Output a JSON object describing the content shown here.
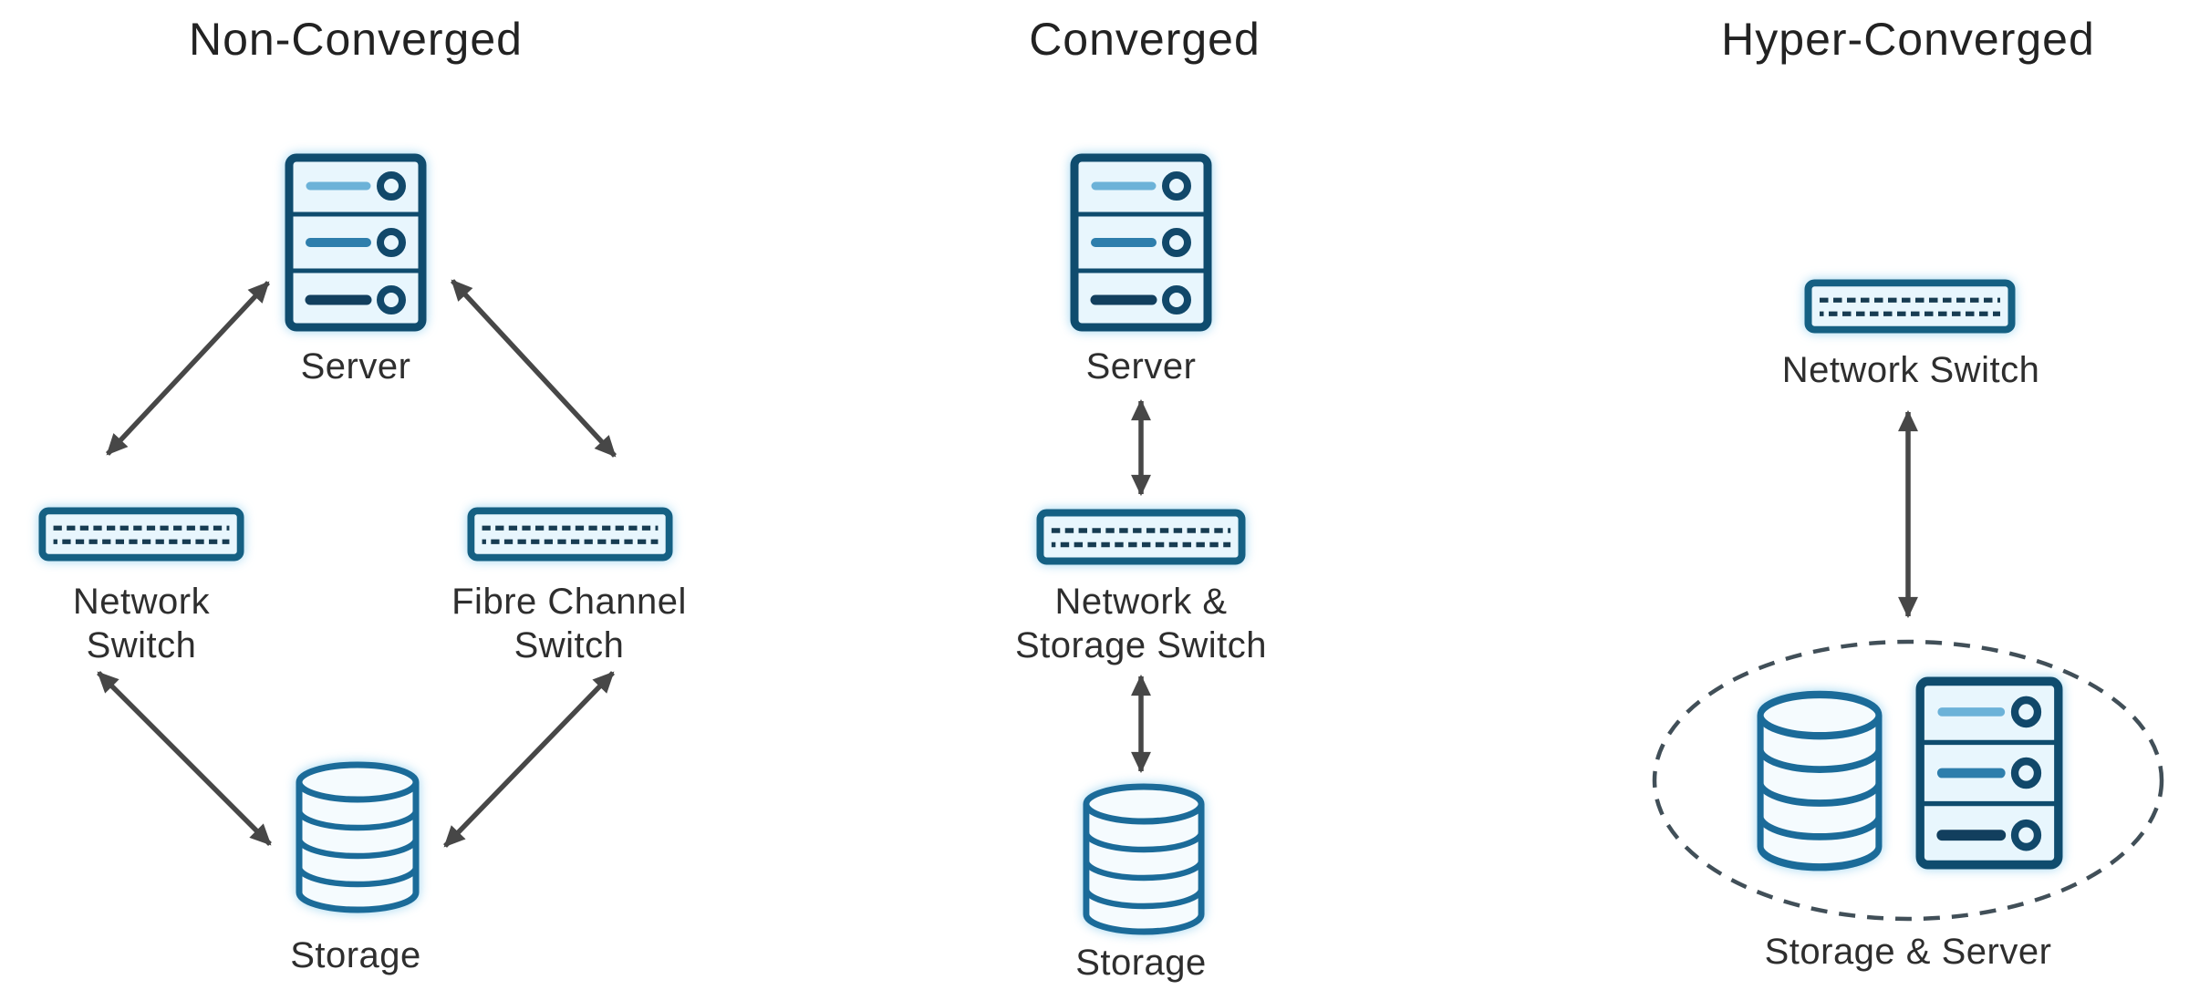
{
  "background": "#ffffff",
  "colors": {
    "server_stroke": "#0f4c6e",
    "switch_stroke": "#156083",
    "storage_stroke": "#1b6b99",
    "icon_fill": "#e8f6fd",
    "storage_fill": "#f5fbfe",
    "server_row_line_1": "#6cb2d8",
    "server_row_line_2": "#2e7eac",
    "server_row_line_3": "#123f5e",
    "arrow": "#474747",
    "dashed_ellipse": "#414f58",
    "title_text": "#222222",
    "label_text": "#2e2e2e"
  },
  "columns": [
    {
      "title": "Non-Converged",
      "server_label": "Server",
      "network_switch_label": "Network\nSwitch",
      "fibre_channel_switch_label": "Fibre Channel\nSwitch",
      "storage_label": "Storage"
    },
    {
      "title": "Converged",
      "server_label": "Server",
      "switch_label": "Network &\nStorage Switch",
      "storage_label": "Storage"
    },
    {
      "title": "Hyper-Converged",
      "network_switch_label": "Network Switch",
      "storage_server_label": "Storage & Server"
    }
  ]
}
